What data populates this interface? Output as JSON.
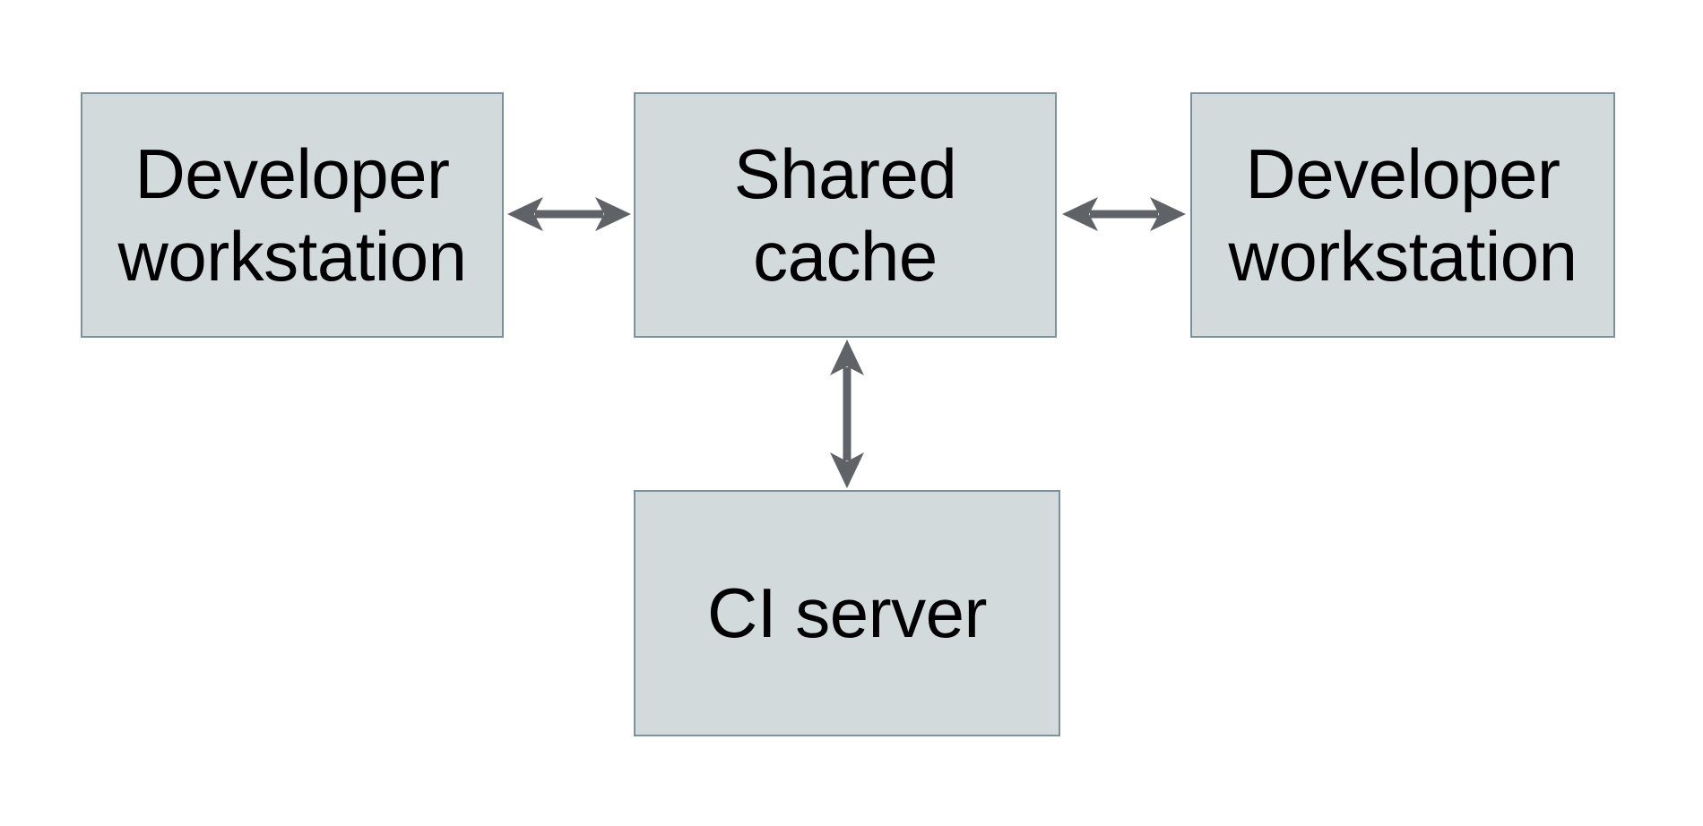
{
  "diagram": {
    "type": "architecture-diagram",
    "nodes": {
      "developer_workstation_left": {
        "label": "Developer\nworkstation"
      },
      "shared_cache": {
        "label": "Shared\ncache"
      },
      "developer_workstation_right": {
        "label": "Developer\nworkstation"
      },
      "ci_server": {
        "label": "CI server"
      }
    },
    "edges": [
      {
        "from": "developer_workstation_left",
        "to": "shared_cache",
        "style": "double-headed-arrow"
      },
      {
        "from": "shared_cache",
        "to": "developer_workstation_right",
        "style": "double-headed-arrow"
      },
      {
        "from": "shared_cache",
        "to": "ci_server",
        "style": "double-headed-arrow"
      }
    ],
    "colors": {
      "node_fill": "#d3dadb",
      "node_border": "#7b929c",
      "arrow": "#5f6368",
      "text": "#000000",
      "background": "#ffffff"
    }
  }
}
